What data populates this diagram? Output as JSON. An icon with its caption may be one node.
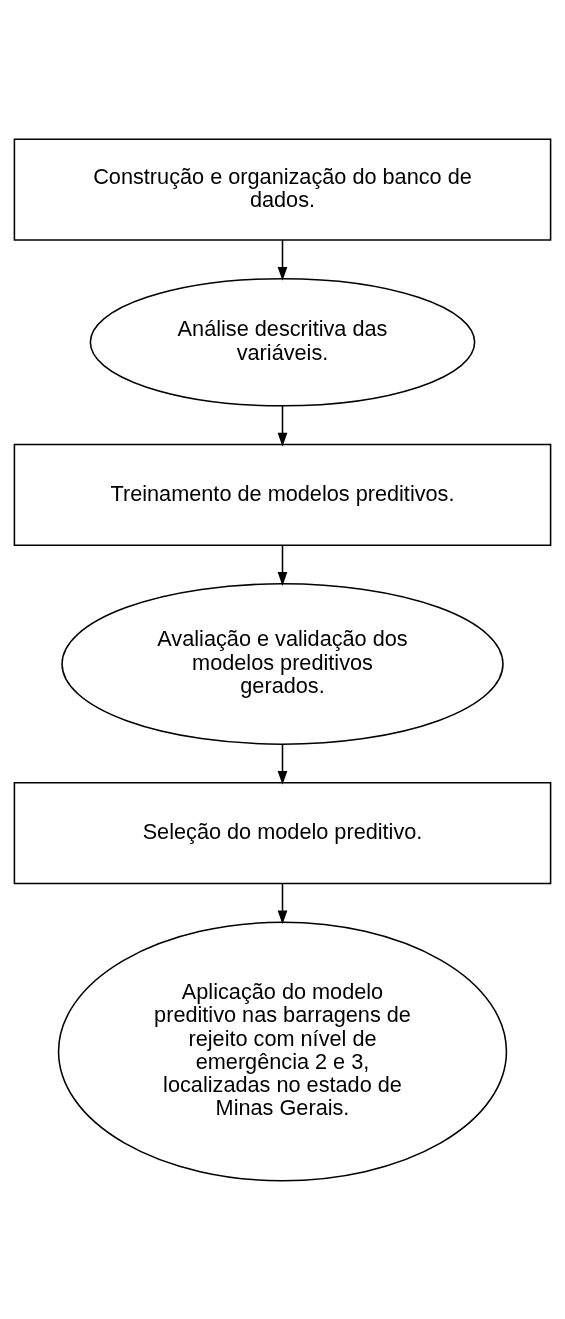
{
  "diagram": {
    "nodes": [
      {
        "text": [
          "Construção e organização do banco de dados."
        ]
      },
      {
        "text": [
          "Análise descritiva das variáveis."
        ]
      },
      {
        "text": [
          "Treinamento de modelos preditivos."
        ]
      },
      {
        "text": [
          "Avaliação e validação dos modelos preditivos gerados."
        ]
      },
      {
        "text": [
          "Seleção do modelo preditivo."
        ]
      },
      {
        "text": [
          "Aplicação do modelo preditivo nas barragens de rejeito com nível de emergência 2 e 3, localizadas no estado de Minas Gerais."
        ]
      }
    ],
    "edges": [
      {
        "from": 0,
        "to": 1,
        "arrow": "to"
      },
      {
        "from": 1,
        "to": 2,
        "arrow": "to"
      },
      {
        "from": 2,
        "to": 3,
        "arrow": "to"
      },
      {
        "from": 3,
        "to": 4,
        "arrow": "to"
      },
      {
        "from": 4,
        "to": 5,
        "arrow": "to"
      }
    ]
  }
}
